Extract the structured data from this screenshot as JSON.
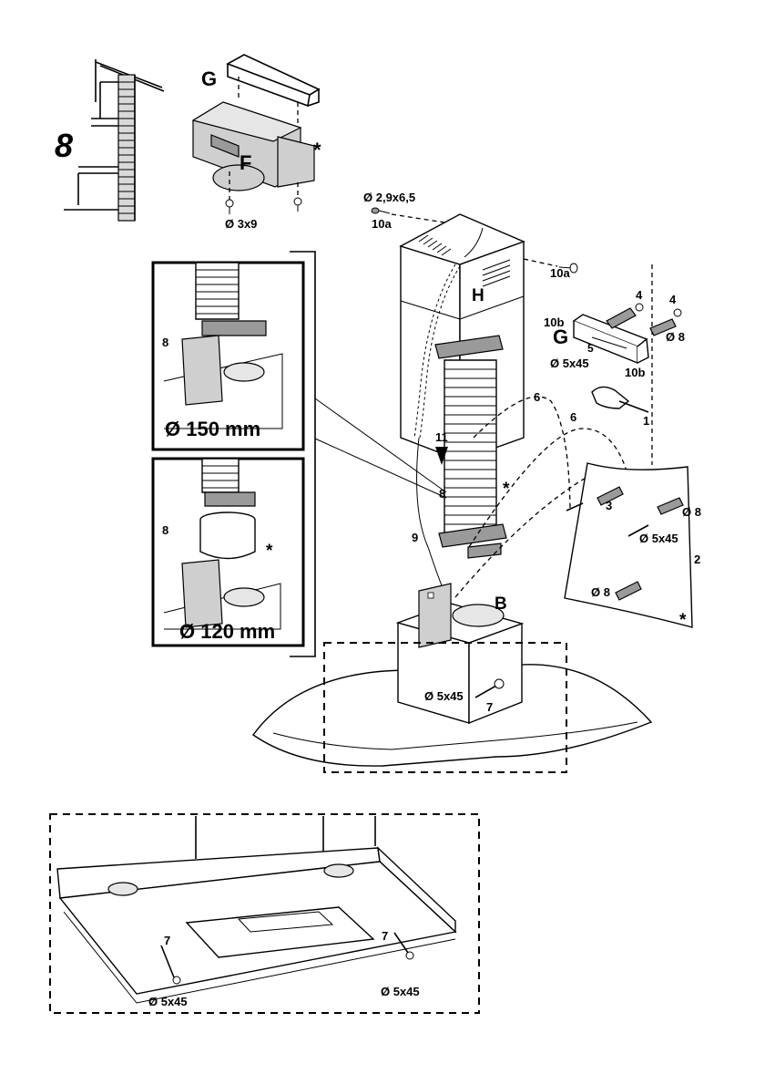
{
  "step_number": "8",
  "labels": {
    "g_top": "G",
    "f_label": "F",
    "asterisk": "*",
    "screw_3x9": "Ø 3x9",
    "screw_29x65": "Ø 2,9x6,5",
    "ref_10a_left": "10a",
    "ref_10a_right": "10a",
    "h_label": "H",
    "ref_4_left": "4",
    "ref_4_right": "4",
    "ref_10b_top": "10b",
    "g_bracket": "G",
    "ref_5": "5",
    "dia_8_bracket": "Ø 8",
    "screw_5x45_bracket": "Ø 5x45",
    "ref_10b_bottom": "10b",
    "ref_6_top": "6",
    "ref_6_mid": "6",
    "ref_1": "1",
    "ref_11": "11",
    "ref_8_main": "8",
    "ref_9": "9",
    "ref_3": "3",
    "dia_8_wall_top": "Ø 8",
    "screw_5x45_wall": "Ø 5x45",
    "ref_2": "2",
    "dia_8_wall_bottom": "Ø 8",
    "b_label": "B",
    "screw_5x45_hood": "Ø 5x45",
    "ref_7_hood": "7"
  },
  "inset_150": {
    "ref_8": "8",
    "caption": "Ø 150 mm"
  },
  "inset_120": {
    "ref_8": "8",
    "caption": "Ø 120 mm",
    "asterisk": "*"
  },
  "bottom_view": {
    "ref_7_left": "7",
    "ref_7_right": "7",
    "screw_left": "Ø 5x45",
    "screw_right": "Ø 5x45"
  }
}
